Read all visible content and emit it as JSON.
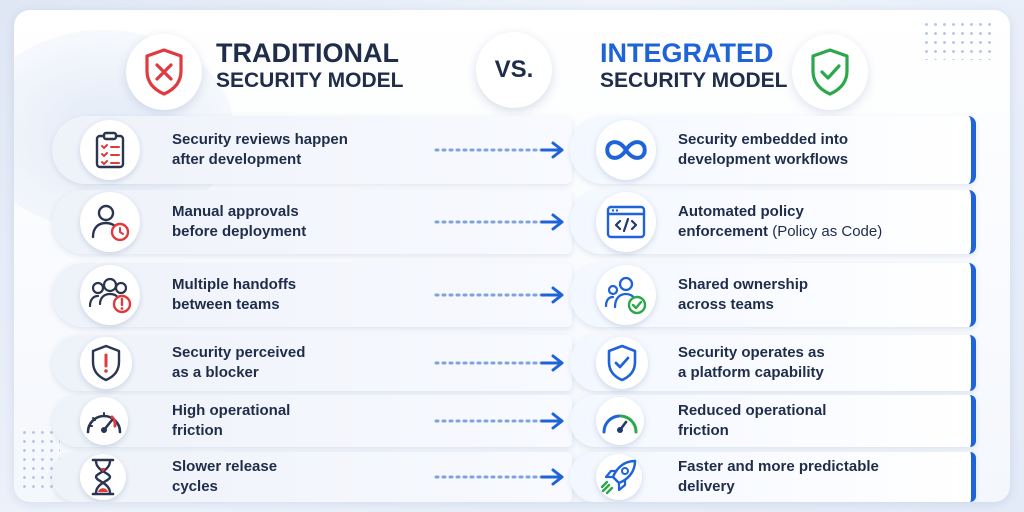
{
  "header": {
    "left_title_line1": "TRADITIONAL",
    "left_title_line2": "SECURITY MODEL",
    "vs_label": "VS.",
    "right_title_line1": "INTEGRATED",
    "right_title_line2": "SECURITY MODEL",
    "left_icon": "shield-x-icon",
    "right_icon": "shield-check-icon"
  },
  "colors": {
    "traditional_accent": "#e03a3e",
    "integrated_accent": "#1f63d9",
    "success": "#2aa84a",
    "text_dark": "#1f2d4a"
  },
  "rows": [
    {
      "traditional": {
        "line1": "Security reviews happen",
        "line2": "after development",
        "icon": "clipboard-checklist-icon"
      },
      "integrated": {
        "line1": "Security embedded into",
        "line2": "development workflows",
        "line2_suffix": "",
        "icon": "infinity-loop-icon"
      }
    },
    {
      "traditional": {
        "line1": "Manual approvals",
        "line2": "before deployment",
        "icon": "user-clock-icon"
      },
      "integrated": {
        "line1": "Automated policy",
        "line2": "enforcement",
        "line2_suffix": " (Policy as Code)",
        "icon": "code-window-icon"
      }
    },
    {
      "traditional": {
        "line1": "Multiple handoffs",
        "line2": "between teams",
        "icon": "users-alert-icon"
      },
      "integrated": {
        "line1": "Shared ownership",
        "line2": "across teams",
        "line2_suffix": "",
        "icon": "team-check-icon"
      }
    },
    {
      "traditional": {
        "line1": "Security perceived",
        "line2": "as a blocker",
        "icon": "shield-alert-icon"
      },
      "integrated": {
        "line1": "Security operates as",
        "line2": "a platform capability",
        "line2_suffix": "",
        "icon": "shield-check-icon"
      }
    },
    {
      "traditional": {
        "line1": "High operational",
        "line2": "friction",
        "icon": "gauge-high-icon"
      },
      "integrated": {
        "line1": "Reduced operational",
        "line2": "friction",
        "line2_suffix": "",
        "icon": "gauge-low-icon"
      }
    },
    {
      "traditional": {
        "line1": "Slower release",
        "line2": "cycles",
        "icon": "hourglass-icon"
      },
      "integrated": {
        "line1": "Faster and more predictable",
        "line2": "delivery",
        "line2_suffix": "",
        "icon": "rocket-icon"
      }
    }
  ]
}
